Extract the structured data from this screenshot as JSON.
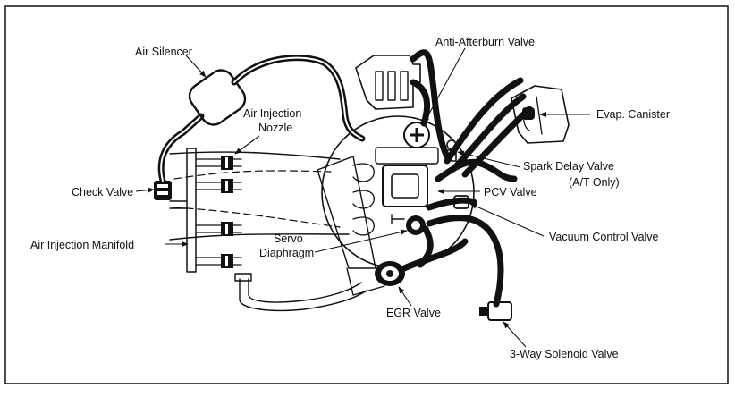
{
  "colors": {
    "ink": "#111111",
    "paper": "#ffffff"
  },
  "labels": {
    "air_silencer": "Air Silencer",
    "anti_afterburn": "Anti-Afterburn Valve",
    "air_injection_nozzle_1": "Air Injection",
    "air_injection_nozzle_2": "Nozzle",
    "evap_canister": "Evap. Canister",
    "spark_delay_1": "Spark Delay Valve",
    "spark_delay_2": "(A/T Only)",
    "check_valve": "Check Valve",
    "pcv_valve": "PCV Valve",
    "air_injection_manifold": "Air Injection Manifold",
    "servo_1": "Servo",
    "servo_2": "Diaphragm",
    "vacuum_control": "Vacuum Control Valve",
    "egr_valve": "EGR Valve",
    "solenoid": "3-Way Solenoid Valve"
  }
}
